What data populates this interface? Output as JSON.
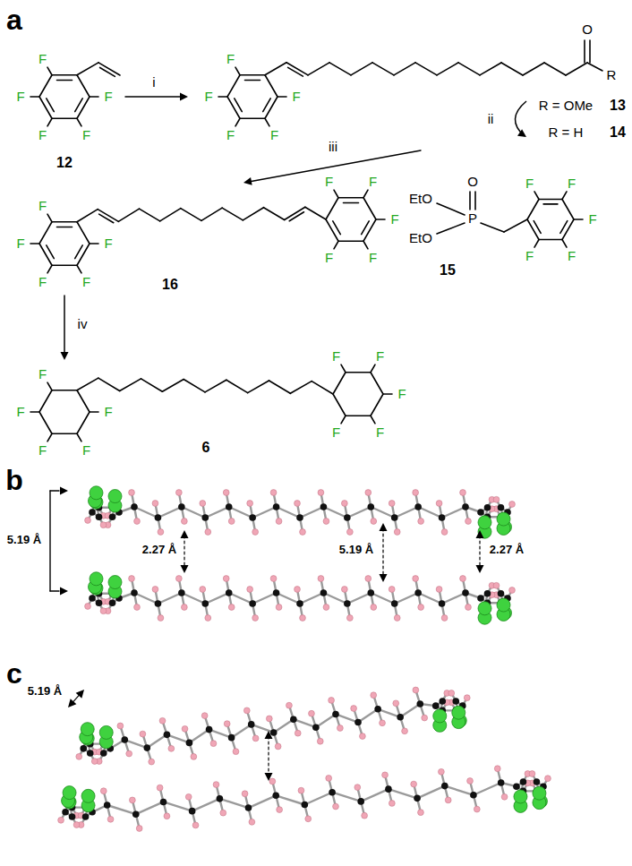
{
  "diagram": {
    "labels": [
      "a",
      "i",
      "ii",
      "iii",
      "iv",
      "F",
      "F",
      "F",
      "F",
      "F",
      "12",
      "F",
      "F",
      "F",
      "F",
      "F",
      "O",
      "R",
      "R = OMe",
      "13",
      "R = H",
      "14",
      "O",
      "EtO",
      "P",
      "EtO",
      "F",
      "F",
      "F",
      "F",
      "F",
      "15",
      "F",
      "F",
      "F",
      "F",
      "F",
      "F",
      "F",
      "F",
      "F",
      "F",
      "16",
      "F",
      "F",
      "F",
      "F",
      "F",
      "F",
      "F",
      "F",
      "F",
      "F",
      "6",
      "b",
      "5.19 Å",
      "2.27 Å",
      "5.19 Å",
      "2.27 Å",
      "c",
      "5.19 Å"
    ]
  }
}
